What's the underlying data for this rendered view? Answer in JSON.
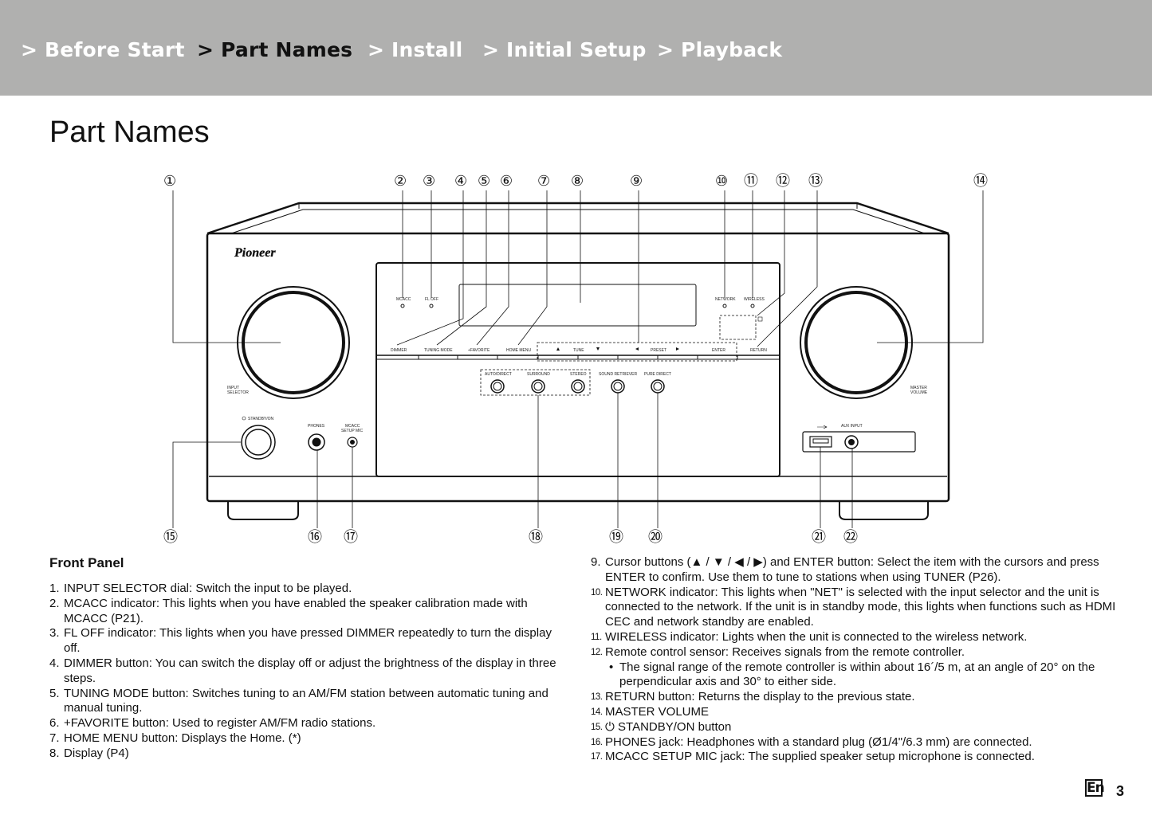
{
  "nav": {
    "items": [
      {
        "label": "> Before Start",
        "active": false
      },
      {
        "label": "> Part Names",
        "active": true
      },
      {
        "label": "> Install",
        "active": false
      },
      {
        "label": "> Initial Setup",
        "active": false
      },
      {
        "label": "> Playback",
        "active": false
      }
    ]
  },
  "page_title": "Part Names",
  "diagram": {
    "brand": "Pioneer",
    "callouts_top": [
      "①",
      "②",
      "③",
      "④",
      "⑤",
      "⑥",
      "⑦",
      "⑧",
      "⑨",
      "⑩",
      "⑪",
      "⑫",
      "⑬",
      "⑭"
    ],
    "callouts_bottom": [
      "⑮",
      "⑯",
      "⑰",
      "⑱",
      "⑲",
      "⑳",
      "㉑",
      "㉒"
    ],
    "labels": {
      "mcacc": "MCACC",
      "fl_off": "FL OFF",
      "network": "NETWORK",
      "wireless": "WIRELESS",
      "dimmer": "DIMMER",
      "tuning_mode": "TUNING MODE",
      "favorite": "+FAVORITE",
      "home_menu": "HOME MENU",
      "tune": "TUNE",
      "preset": "PRESET",
      "enter": "ENTER",
      "return": "RETURN",
      "auto_direct": "AUTO/DIRECT",
      "surround": "SURROUND",
      "stereo": "STEREO",
      "sound_retriever": "SOUND RETRIEVER",
      "pure_direct": "PURE DIRECT",
      "input_selector_1": "INPUT",
      "input_selector_2": "SELECTOR",
      "master_volume_1": "MASTER",
      "master_volume_2": "VOLUME",
      "standby_on": "STANDBY/ON",
      "phones": "PHONES",
      "mcacc_setup_mic_1": "MCACC",
      "mcacc_setup_mic_2": "SETUP MIC",
      "aux_input": "AUX INPUT"
    }
  },
  "front_panel": {
    "heading": "Front Panel",
    "left_items": [
      {
        "num": "1.",
        "text": "INPUT SELECTOR dial: Switch the input to be played."
      },
      {
        "num": "2.",
        "text": "MCACC indicator: This lights when you have enabled the speaker calibration made with MCACC (P21)."
      },
      {
        "num": "3.",
        "text": "FL OFF indicator: This lights when you have pressed DIMMER repeatedly to turn the display off."
      },
      {
        "num": "4.",
        "text": "DIMMER button: You can switch the display off or adjust the brightness of the display in three steps."
      },
      {
        "num": "5.",
        "text": "TUNING MODE button: Switches tuning to an AM/FM station between automatic tuning and manual tuning."
      },
      {
        "num": "6.",
        "text": "+FAVORITE button: Used to register AM/FM radio stations."
      },
      {
        "num": "7.",
        "text": "HOME MENU button: Displays the Home. (*)"
      },
      {
        "num": "8.",
        "text": "Display (P4)"
      }
    ],
    "right_items": [
      {
        "num": "9.",
        "text": "Cursor buttons (▲ / ▼ / ◀ / ▶) and ENTER button: Select the item with the cursors and press ENTER to confirm. Use them to tune to stations when using TUNER (P26)."
      },
      {
        "num": "10.",
        "text": "NETWORK indicator: This lights when \"NET\" is selected with the input selector and the unit is connected to the network. If the unit is in standby mode, this lights when functions such as HDMI CEC and network standby are enabled."
      },
      {
        "num": "11.",
        "text": "WIRELESS indicator: Lights when the unit is connected to the wireless network."
      },
      {
        "num": "12.",
        "text": "Remote control sensor: Receives signals from the remote controller."
      },
      {
        "num": "13.",
        "text": "RETURN button: Returns the display to the previous state."
      },
      {
        "num": "14.",
        "text": "MASTER VOLUME"
      },
      {
        "num": "15.",
        "text": "⏻ STANDBY/ON button"
      },
      {
        "num": "16.",
        "text": "PHONES jack: Headphones with a standard plug (Ø1/4\"/6.3 mm) are connected."
      },
      {
        "num": "17.",
        "text": "MCACC SETUP MIC jack: The supplied speaker setup microphone is connected."
      }
    ],
    "sub_note_12": "The signal range of the remote controller is within about 16´/5 m, at an angle of 20° on the perpendicular axis and 30° to either side."
  },
  "footer": {
    "lang": "En",
    "page": "3"
  }
}
